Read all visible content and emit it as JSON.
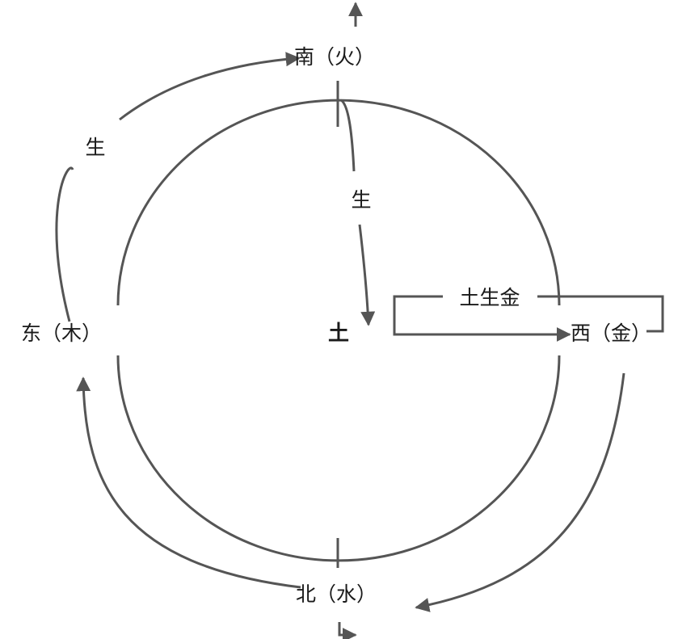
{
  "diagram": {
    "center": "土",
    "south": "南（火）",
    "east": "东（木）",
    "west": "西（金）",
    "north": "北（水）",
    "label_sheng_left": "生",
    "label_sheng_center": "生",
    "label_earth_gold": "土生金",
    "stroke_color": "#555555"
  }
}
